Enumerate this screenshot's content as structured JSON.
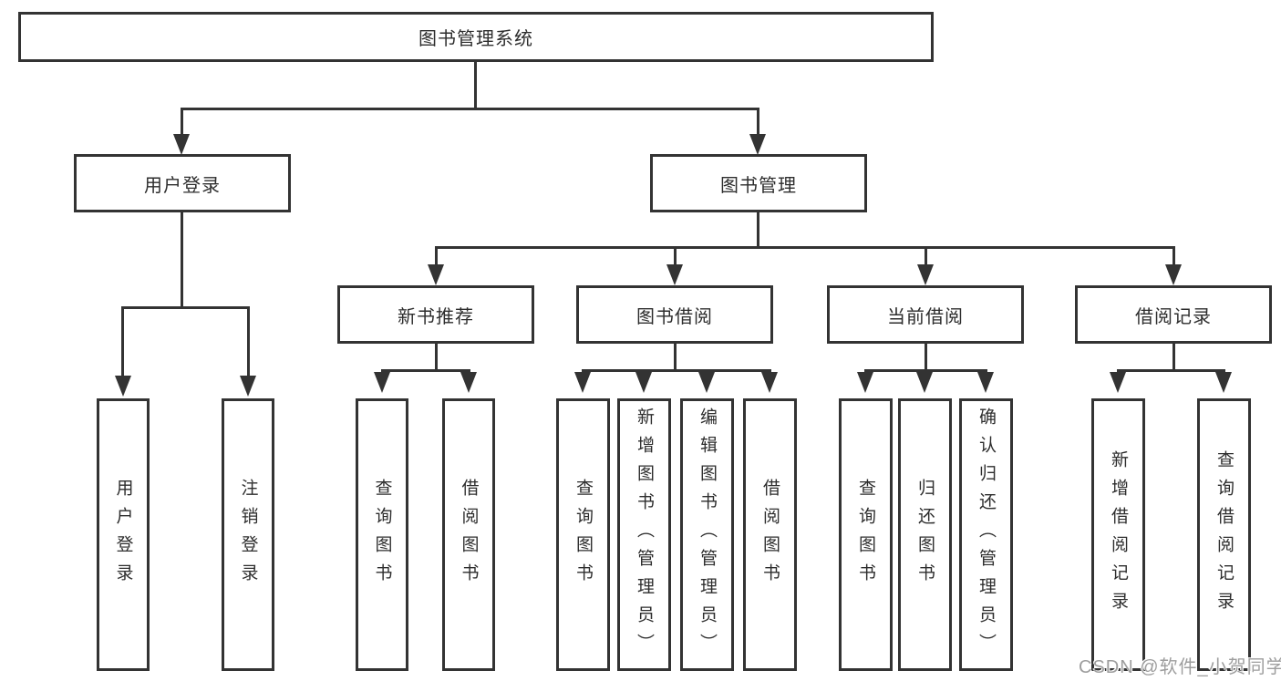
{
  "diagram": {
    "title": "图书管理系统",
    "root": {
      "label": "图书管理系统"
    },
    "level2": [
      {
        "label": "用户登录"
      },
      {
        "label": "图书管理"
      }
    ],
    "level3": [
      {
        "label": "新书推荐"
      },
      {
        "label": "图书借阅"
      },
      {
        "label": "当前借阅"
      },
      {
        "label": "借阅记录"
      }
    ],
    "leaves": {
      "user_login": [
        "用户登录",
        "注销登录"
      ],
      "new_book_recommend": [
        "查询图书",
        "借阅图书"
      ],
      "book_borrow": [
        "查询图书",
        "新增图书（管理员）",
        "编辑图书（管理员）",
        "借阅图书"
      ],
      "current_borrow": [
        "查询图书",
        "归还图书",
        "确认归还（管理员）"
      ],
      "borrow_record": [
        "新增借阅记录",
        "查询借阅记录"
      ]
    }
  },
  "watermark": "CSDN @软件_小贺同学",
  "colors": {
    "line": "#333333",
    "text": "#2d2d2d",
    "watermark": "#9e9e9e",
    "background": "#ffffff"
  }
}
